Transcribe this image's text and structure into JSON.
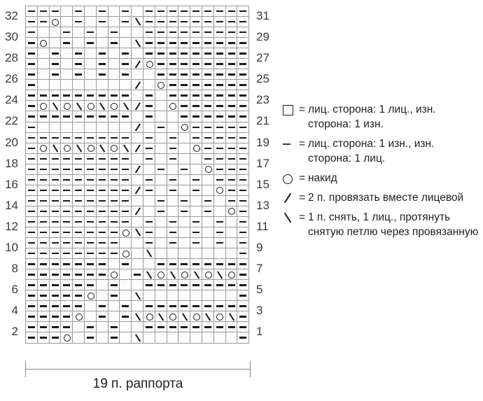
{
  "chart_data": {
    "type": "table",
    "title": "19 п. раппорта",
    "columns": 19,
    "rows": 32,
    "xlabel": "19 п. раппорта",
    "ylabel": "",
    "grid": true,
    "legend_position": "right",
    "symbol_key": {
      "k": "knit-stitch",
      "p": "purl-stitch",
      "o": "yarn-over",
      "/": "k2tog",
      "\\": "ssk",
      ".": "empty"
    },
    "row_labels_left": [
      "32",
      "30",
      "28",
      "26",
      "24",
      "22",
      "20",
      "18",
      "16",
      "14",
      "12",
      "10",
      "8",
      "6",
      "4",
      "2"
    ],
    "row_labels_right": [
      "31",
      "29",
      "27",
      "25",
      "23",
      "21",
      "19",
      "17",
      "15",
      "13",
      "11",
      "9",
      "7",
      "5",
      "3",
      "1"
    ],
    "rows_top_to_bottom": [
      {
        "number": 32,
        "cells": [
          "p",
          "p",
          "p",
          ".",
          "p",
          ".",
          "p",
          ".",
          "p",
          ".",
          "p",
          "p",
          "p",
          "p",
          "p",
          "p",
          "p",
          "p",
          "p"
        ]
      },
      {
        "number": 31,
        "cells": [
          "p",
          "p",
          "o",
          ".",
          "p",
          ".",
          "p",
          ".",
          "p",
          "\\",
          "p",
          "p",
          "p",
          "p",
          "p",
          "p",
          "p",
          "p",
          "p"
        ]
      },
      {
        "number": 30,
        "cells": [
          "p",
          ".",
          ".",
          "p",
          ".",
          "p",
          ".",
          "p",
          ".",
          ".",
          "p",
          "p",
          "p",
          "p",
          "p",
          "p",
          "p",
          "p",
          "p"
        ]
      },
      {
        "number": 29,
        "cells": [
          "p",
          "o",
          ".",
          "p",
          ".",
          "p",
          ".",
          "p",
          ".",
          "\\",
          "p",
          "p",
          "p",
          "p",
          "p",
          "p",
          "p",
          "p",
          "p"
        ]
      },
      {
        "number": 28,
        "cells": [
          "p",
          ".",
          "p",
          ".",
          "p",
          ".",
          "p",
          ".",
          "p",
          ".",
          "p",
          "p",
          "p",
          "p",
          "p",
          "p",
          "p",
          "p",
          "p"
        ]
      },
      {
        "number": 27,
        "cells": [
          "p",
          ".",
          "p",
          ".",
          "p",
          ".",
          "p",
          ".",
          "p",
          "/",
          "o",
          "p",
          "p",
          "p",
          "p",
          "p",
          "p",
          "p",
          "p"
        ]
      },
      {
        "number": 26,
        "cells": [
          "p",
          ".",
          "p",
          ".",
          "p",
          ".",
          "p",
          ".",
          "p",
          ".",
          ".",
          "p",
          "p",
          "p",
          "p",
          "p",
          "p",
          "p",
          "p"
        ]
      },
      {
        "number": 25,
        "cells": [
          "p",
          ".",
          ".",
          ".",
          ".",
          ".",
          ".",
          ".",
          ".",
          "/",
          ".",
          "o",
          "p",
          "p",
          "p",
          "p",
          "p",
          "p",
          "p"
        ]
      },
      {
        "number": 24,
        "cells": [
          "p",
          "p",
          "p",
          "p",
          "p",
          "p",
          "p",
          "p",
          "p",
          ".",
          "p",
          ".",
          "p",
          "p",
          "p",
          "p",
          "p",
          "p",
          "p"
        ]
      },
      {
        "number": 23,
        "cells": [
          "p",
          "o",
          "\\",
          "o",
          "\\",
          "o",
          "\\",
          "o",
          "\\",
          "/",
          "p",
          ".",
          "o",
          "p",
          "p",
          "p",
          "p",
          "p",
          "p"
        ]
      },
      {
        "number": 22,
        "cells": [
          "p",
          "p",
          "p",
          "p",
          "p",
          "p",
          "p",
          "p",
          "p",
          ".",
          "p",
          ".",
          ".",
          "p",
          "p",
          "p",
          "p",
          "p",
          "p"
        ]
      },
      {
        "number": 21,
        "cells": [
          "p",
          ".",
          ".",
          ".",
          ".",
          ".",
          ".",
          ".",
          ".",
          "/",
          ".",
          "p",
          ".",
          "o",
          "p",
          "p",
          "p",
          "p",
          "p"
        ]
      },
      {
        "number": 20,
        "cells": [
          "p",
          "p",
          "p",
          "p",
          "p",
          "p",
          "p",
          "p",
          "p",
          ".",
          "p",
          ".",
          "p",
          ".",
          "p",
          "p",
          "p",
          "p",
          "p"
        ]
      },
      {
        "number": 19,
        "cells": [
          "p",
          "o",
          "\\",
          "o",
          "\\",
          "o",
          "\\",
          "o",
          "\\",
          "/",
          "p",
          ".",
          "p",
          ".",
          "o",
          "p",
          "p",
          "p",
          "p"
        ]
      },
      {
        "number": 18,
        "cells": [
          "p",
          "p",
          "p",
          "p",
          "p",
          "p",
          "p",
          "p",
          "p",
          ".",
          "p",
          ".",
          "p",
          ".",
          ".",
          "p",
          "p",
          "p",
          "p"
        ]
      },
      {
        "number": 17,
        "cells": [
          "p",
          "p",
          "p",
          "p",
          "p",
          "p",
          "p",
          "p",
          "p",
          "/",
          ".",
          "p",
          ".",
          "p",
          ".",
          "o",
          "p",
          "p",
          "p"
        ]
      },
      {
        "number": 16,
        "cells": [
          "p",
          "p",
          "p",
          "p",
          "p",
          "p",
          "p",
          "p",
          "p",
          ".",
          "p",
          ".",
          "p",
          ".",
          "p",
          ".",
          "p",
          "p",
          "p"
        ]
      },
      {
        "number": 15,
        "cells": [
          "p",
          "p",
          "p",
          "p",
          "p",
          "p",
          "p",
          "p",
          "p",
          "/",
          "p",
          ".",
          "p",
          ".",
          "p",
          ".",
          "o",
          "p",
          "p"
        ]
      },
      {
        "number": 14,
        "cells": [
          "p",
          "p",
          "p",
          "p",
          "p",
          "p",
          "p",
          "p",
          "p",
          ".",
          ".",
          "p",
          ".",
          "p",
          ".",
          "p",
          ".",
          "p",
          "p"
        ]
      },
      {
        "number": 13,
        "cells": [
          "p",
          "p",
          "p",
          "p",
          "p",
          "p",
          "p",
          "p",
          "p",
          "/",
          ".",
          "p",
          ".",
          "p",
          ".",
          "p",
          ".",
          "o",
          "p"
        ]
      },
      {
        "number": 12,
        "cells": [
          "p",
          "p",
          "p",
          "p",
          "p",
          "p",
          "p",
          "p",
          "p",
          ".",
          "p",
          ".",
          "p",
          ".",
          "p",
          ".",
          "p",
          ".",
          "p"
        ]
      },
      {
        "number": 11,
        "cells": [
          "p",
          "p",
          "p",
          "p",
          "p",
          "p",
          "p",
          "p",
          "o",
          "\\",
          "p",
          ".",
          "p",
          ".",
          "p",
          ".",
          "p",
          ".",
          "p"
        ]
      },
      {
        "number": 10,
        "cells": [
          "p",
          "p",
          "p",
          "p",
          "p",
          "p",
          "p",
          "p",
          ".",
          ".",
          "p",
          ".",
          "p",
          ".",
          "p",
          ".",
          "p",
          ".",
          "p"
        ]
      },
      {
        "number": 9,
        "cells": [
          "p",
          "p",
          "p",
          "p",
          "p",
          "p",
          "p",
          "p",
          "o",
          ".",
          "\\",
          ".",
          ".",
          ".",
          ".",
          ".",
          ".",
          ".",
          "p"
        ]
      },
      {
        "number": 8,
        "cells": [
          "p",
          "p",
          "p",
          "p",
          "p",
          "p",
          "p",
          ".",
          "p",
          ".",
          ".",
          "p",
          "p",
          "p",
          "p",
          "p",
          "p",
          "p",
          "p"
        ]
      },
      {
        "number": 7,
        "cells": [
          "p",
          "p",
          "p",
          "p",
          "p",
          "p",
          "p",
          "o",
          ".",
          "p",
          "\\",
          "o",
          "\\",
          "o",
          "\\",
          "o",
          "\\",
          "o",
          "p"
        ]
      },
      {
        "number": 6,
        "cells": [
          "p",
          "p",
          "p",
          "p",
          "p",
          "p",
          ".",
          "p",
          ".",
          ".",
          "p",
          "p",
          "p",
          "p",
          "p",
          "p",
          "p",
          "p",
          "p"
        ]
      },
      {
        "number": 5,
        "cells": [
          "p",
          "p",
          "p",
          "p",
          "p",
          "o",
          ".",
          "p",
          ".",
          "\\",
          ".",
          ".",
          ".",
          ".",
          ".",
          ".",
          ".",
          ".",
          "p"
        ]
      },
      {
        "number": 4,
        "cells": [
          "p",
          "p",
          "p",
          "p",
          "p",
          ".",
          "p",
          ".",
          "p",
          ".",
          "p",
          "p",
          "p",
          "p",
          "p",
          "p",
          "p",
          "p",
          "p"
        ]
      },
      {
        "number": 3,
        "cells": [
          "p",
          "p",
          "p",
          "p",
          "o",
          ".",
          "p",
          ".",
          "p",
          "\\",
          "o",
          "\\",
          "o",
          "\\",
          "o",
          "\\",
          "o",
          "\\",
          "p"
        ]
      },
      {
        "number": 2,
        "cells": [
          "p",
          "p",
          "p",
          "p",
          ".",
          "p",
          ".",
          "p",
          ".",
          ".",
          "p",
          "p",
          "p",
          "p",
          "p",
          "p",
          "p",
          "p",
          "p"
        ]
      },
      {
        "number": 1,
        "cells": [
          "p",
          "p",
          "p",
          "o",
          ".",
          "p",
          ".",
          "p",
          ".",
          "\\",
          ".",
          ".",
          ".",
          ".",
          ".",
          ".",
          ".",
          ".",
          "p"
        ]
      }
    ]
  },
  "repeat": {
    "caption": "19 п. раппорта"
  },
  "legend": {
    "items": [
      {
        "symbol": "knit-stitch",
        "sym_class": "lsym-knit",
        "equals": "=",
        "text": "лиц. сторона: 1 лиц., изн. сторона: 1 изн."
      },
      {
        "symbol": "purl-stitch",
        "sym_class": "lsym-purl",
        "equals": "=",
        "text": "лиц. сторона: 1 изн., изн. сторона: 1 лиц."
      },
      {
        "symbol": "yarn-over",
        "sym_class": "lsym-yo",
        "equals": "=",
        "text": "накид"
      },
      {
        "symbol": "k2tog",
        "sym_class": "lsym-k2tog",
        "equals": "=",
        "text": "2 п. провязать вместе лицевой"
      },
      {
        "symbol": "ssk",
        "sym_class": "lsym-ssk",
        "equals": "=",
        "text": "1 п. снять, 1 лиц., протянуть снятую петлю через провязанную"
      }
    ]
  },
  "colors": {
    "grid_line": "#9a9a9a",
    "symbol": "#1a1a1a",
    "label_text": "#3a3a3a",
    "legend_text": "#1f1f1f",
    "background": "#ffffff"
  }
}
